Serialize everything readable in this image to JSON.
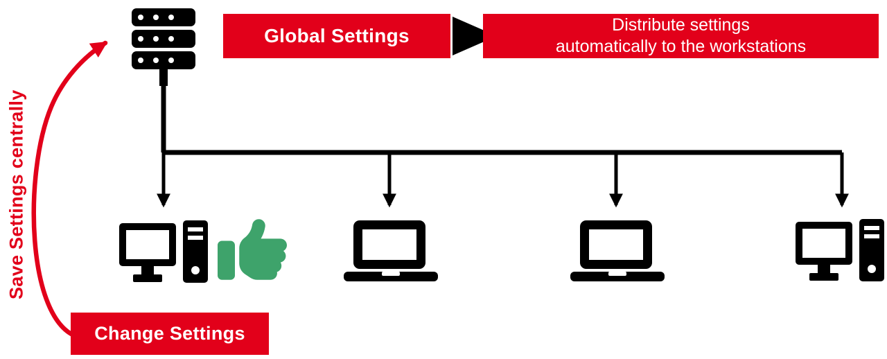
{
  "labels": {
    "global_settings": "Global Settings",
    "distribute_line1": "Distribute settings",
    "distribute_line2": "automatically to the workstations",
    "change_settings": "Change Settings",
    "save_settings_centrally": "Save Settings centrally"
  },
  "colors": {
    "accent_red": "#e2001a",
    "approval_green": "#3ea36b",
    "icon_black": "#000000"
  },
  "icons": {
    "server": "server-icon",
    "flow_arrow": "arrow-right-icon",
    "curved_arrow": "curved-arrow-icon",
    "desktop_workstation": "desktop-workstation-icon",
    "laptop_workstation": "laptop-icon",
    "approval": "thumbs-up-icon"
  },
  "workstations": [
    {
      "type": "desktop",
      "approved": true
    },
    {
      "type": "laptop",
      "approved": false
    },
    {
      "type": "laptop",
      "approved": false
    },
    {
      "type": "desktop",
      "approved": false
    }
  ]
}
